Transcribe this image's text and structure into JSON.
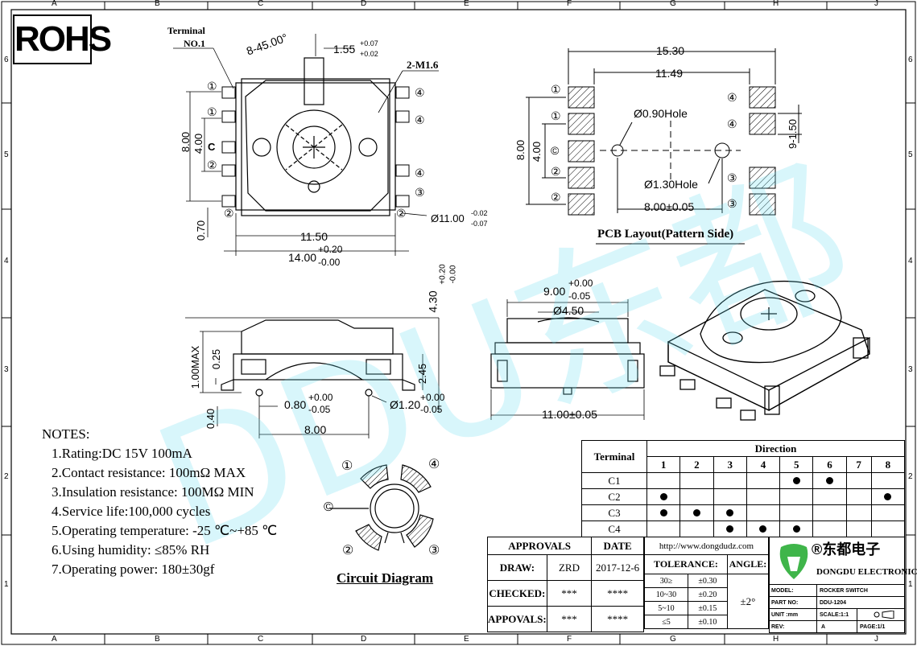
{
  "rohs": "ROHS",
  "grid_columns": [
    "A",
    "B",
    "C",
    "D",
    "E",
    "F",
    "G",
    "H",
    "J"
  ],
  "grid_rows": [
    "6",
    "5",
    "4",
    "3",
    "2",
    "1"
  ],
  "watermark": "DDU东都",
  "top_view": {
    "terminal_label": "Terminal",
    "terminal_no": "NO.1",
    "angle": "8-45.00°",
    "shaft_w": "1.55",
    "shaft_tol_up": "+0.07",
    "shaft_tol_dn": "+0.02",
    "mount": "2-M1.6",
    "dim_8": "8.00",
    "dim_4": "4.00",
    "center": "C",
    "dim_070": "0.70",
    "dim_1150": "11.50",
    "dim_14": "14.00",
    "dim_14_up": "+0.20",
    "dim_14_dn": "-0.00",
    "dia11": "Ø11.00",
    "dia11_up": "-0.02",
    "dia11_dn": "-0.07",
    "pins_left": [
      "①",
      "①",
      "C",
      "②",
      "②"
    ],
    "pins_right": [
      "④",
      "④",
      "④",
      "③",
      "②"
    ]
  },
  "pcb": {
    "w1530": "15.30",
    "w1149": "11.49",
    "hole090": "Ø0.90Hole",
    "hole130": "Ø1.30Hole",
    "h8": "8.00",
    "h4": "4.00",
    "pitch": "9-1.50",
    "spacing": "8.00±0.05",
    "title": "PCB Layout(Pattern Side)",
    "left_pins": [
      "①",
      "①",
      "©",
      "②",
      "②"
    ],
    "right_pins": [
      "④",
      "④",
      "③",
      "③"
    ]
  },
  "side_view": {
    "h430": "4.30",
    "h430_up": "+0.20",
    "h430_dn": "-0.00",
    "d100": "1.00MAX",
    "d025": "0.25",
    "d245": "2.45",
    "d080": "0.80",
    "d080_up": "+0.00",
    "d080_dn": "-0.05",
    "d120": "Ø1.20",
    "d120_up": "+0.00",
    "d120_dn": "-0.05",
    "d040": "0.40",
    "d800": "8.00"
  },
  "front_view": {
    "w900": "9.00",
    "w900_up": "+0.00",
    "w900_dn": "-0.05",
    "d450": "Ø4.50",
    "w1100": "11.00±0.05"
  },
  "notes": {
    "title": "NOTES:",
    "items": [
      "1.Rating:DC 15V 100mA",
      "2.Contact resistance: 100mΩ MAX",
      "3.Insulation resistance: 100MΩ MIN",
      "4.Service life:100,000 cycles",
      "5.Operating temperature: -25 ℃~+85 ℃",
      "6.Using humidity: ≤85% RH",
      "7.Operating power: 180±30gf"
    ]
  },
  "circuit": {
    "title": "Circuit Diagram",
    "labels": [
      "①",
      "④",
      "©",
      "②",
      "③"
    ]
  },
  "direction_table": {
    "terminal_header": "Terminal",
    "direction_header": "Direction",
    "cols": [
      "1",
      "2",
      "3",
      "4",
      "5",
      "6",
      "7",
      "8"
    ],
    "rows": [
      {
        "name": "C1",
        "dots": [
          0,
          0,
          0,
          0,
          1,
          1,
          0,
          0
        ]
      },
      {
        "name": "C2",
        "dots": [
          1,
          0,
          0,
          0,
          0,
          0,
          0,
          1
        ]
      },
      {
        "name": "C3",
        "dots": [
          1,
          1,
          1,
          0,
          0,
          0,
          0,
          0
        ]
      },
      {
        "name": "C4",
        "dots": [
          0,
          0,
          1,
          1,
          1,
          0,
          0,
          0
        ]
      }
    ]
  },
  "title_block": {
    "approvals": "APPROVALS",
    "date": "DATE",
    "url": "http://www.dongdudz.com",
    "draw": "DRAW:",
    "draw_name": "ZRD",
    "draw_date": "2017-12-6",
    "tolerance": "TOLERANCE:",
    "angle": "ANGLE:",
    "checked": "CHECKED:",
    "checked_name": "***",
    "checked_date": "****",
    "appovals": "APPOVALS:",
    "appovals_name": "***",
    "appovals_date": "****",
    "tol_rows": [
      {
        "range": "30≥",
        "val": "±0.30"
      },
      {
        "range": "10~30",
        "val": "±0.20"
      },
      {
        "range": "5~10",
        "val": "±0.15"
      },
      {
        "range": "≤5",
        "val": "±0.10"
      }
    ],
    "angle_val": "±2°",
    "company_cn": "®东都电子",
    "company_en": "DONGDU ELECTRONICS",
    "model_label": "MODEL:",
    "model_val": "ROCKER SWITCH",
    "part_label": "PART NO:",
    "part_val": "DDU-1204",
    "unit_label": "UNIT :mm",
    "scale": "SCALE:1:1",
    "rev_label": "REV:",
    "rev_val": "A",
    "page": "PAGE:1/1"
  }
}
